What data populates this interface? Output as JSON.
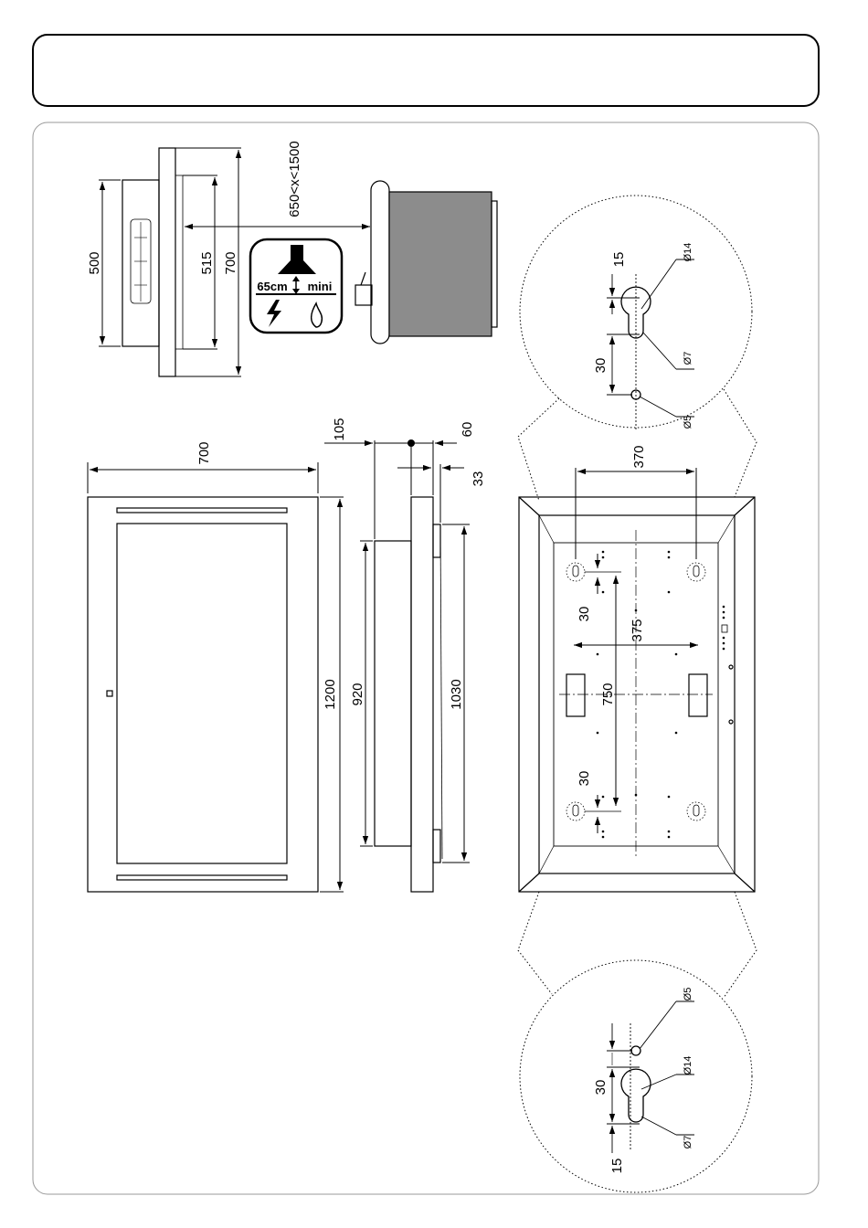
{
  "header": {
    "title": ""
  },
  "side_view": {
    "dim_500": "500",
    "dim_515": "515",
    "dim_700": "700",
    "dim_distance": "650<x<1500"
  },
  "warning_icon": {
    "distance_label": "65cm",
    "mini_label": "mini"
  },
  "front_view": {
    "width": "700",
    "height": "1200"
  },
  "profile_view": {
    "dim_105": "105",
    "dim_60": "60",
    "dim_33": "33",
    "dim_920": "920",
    "dim_1030": "1030"
  },
  "mounting_view": {
    "dim_370": "370",
    "dim_375": "375",
    "dim_750": "750",
    "dim_30_top": "30",
    "dim_30_bottom": "30"
  },
  "detail_top": {
    "dim_15": "15",
    "dim_30": "30",
    "label_d14": "Ø14",
    "label_d7": "Ø7",
    "label_d5": "Ø5"
  },
  "detail_bottom": {
    "dim_15": "15",
    "dim_30": "30",
    "label_d14": "Ø14",
    "label_d7": "Ø7",
    "label_d5": "Ø5"
  }
}
